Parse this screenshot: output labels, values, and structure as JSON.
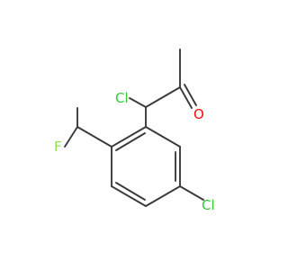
{
  "molecule": {
    "atoms": {
      "chlorine_alpha": "Cl",
      "oxygen": "O",
      "fluorine": "F",
      "chlorine_ring": "Cl"
    }
  },
  "colors": {
    "bond": "#3a3a3a",
    "chlorine": "#33cc33",
    "oxygen": "#ff0d0d",
    "fluorine": "#90e050"
  }
}
